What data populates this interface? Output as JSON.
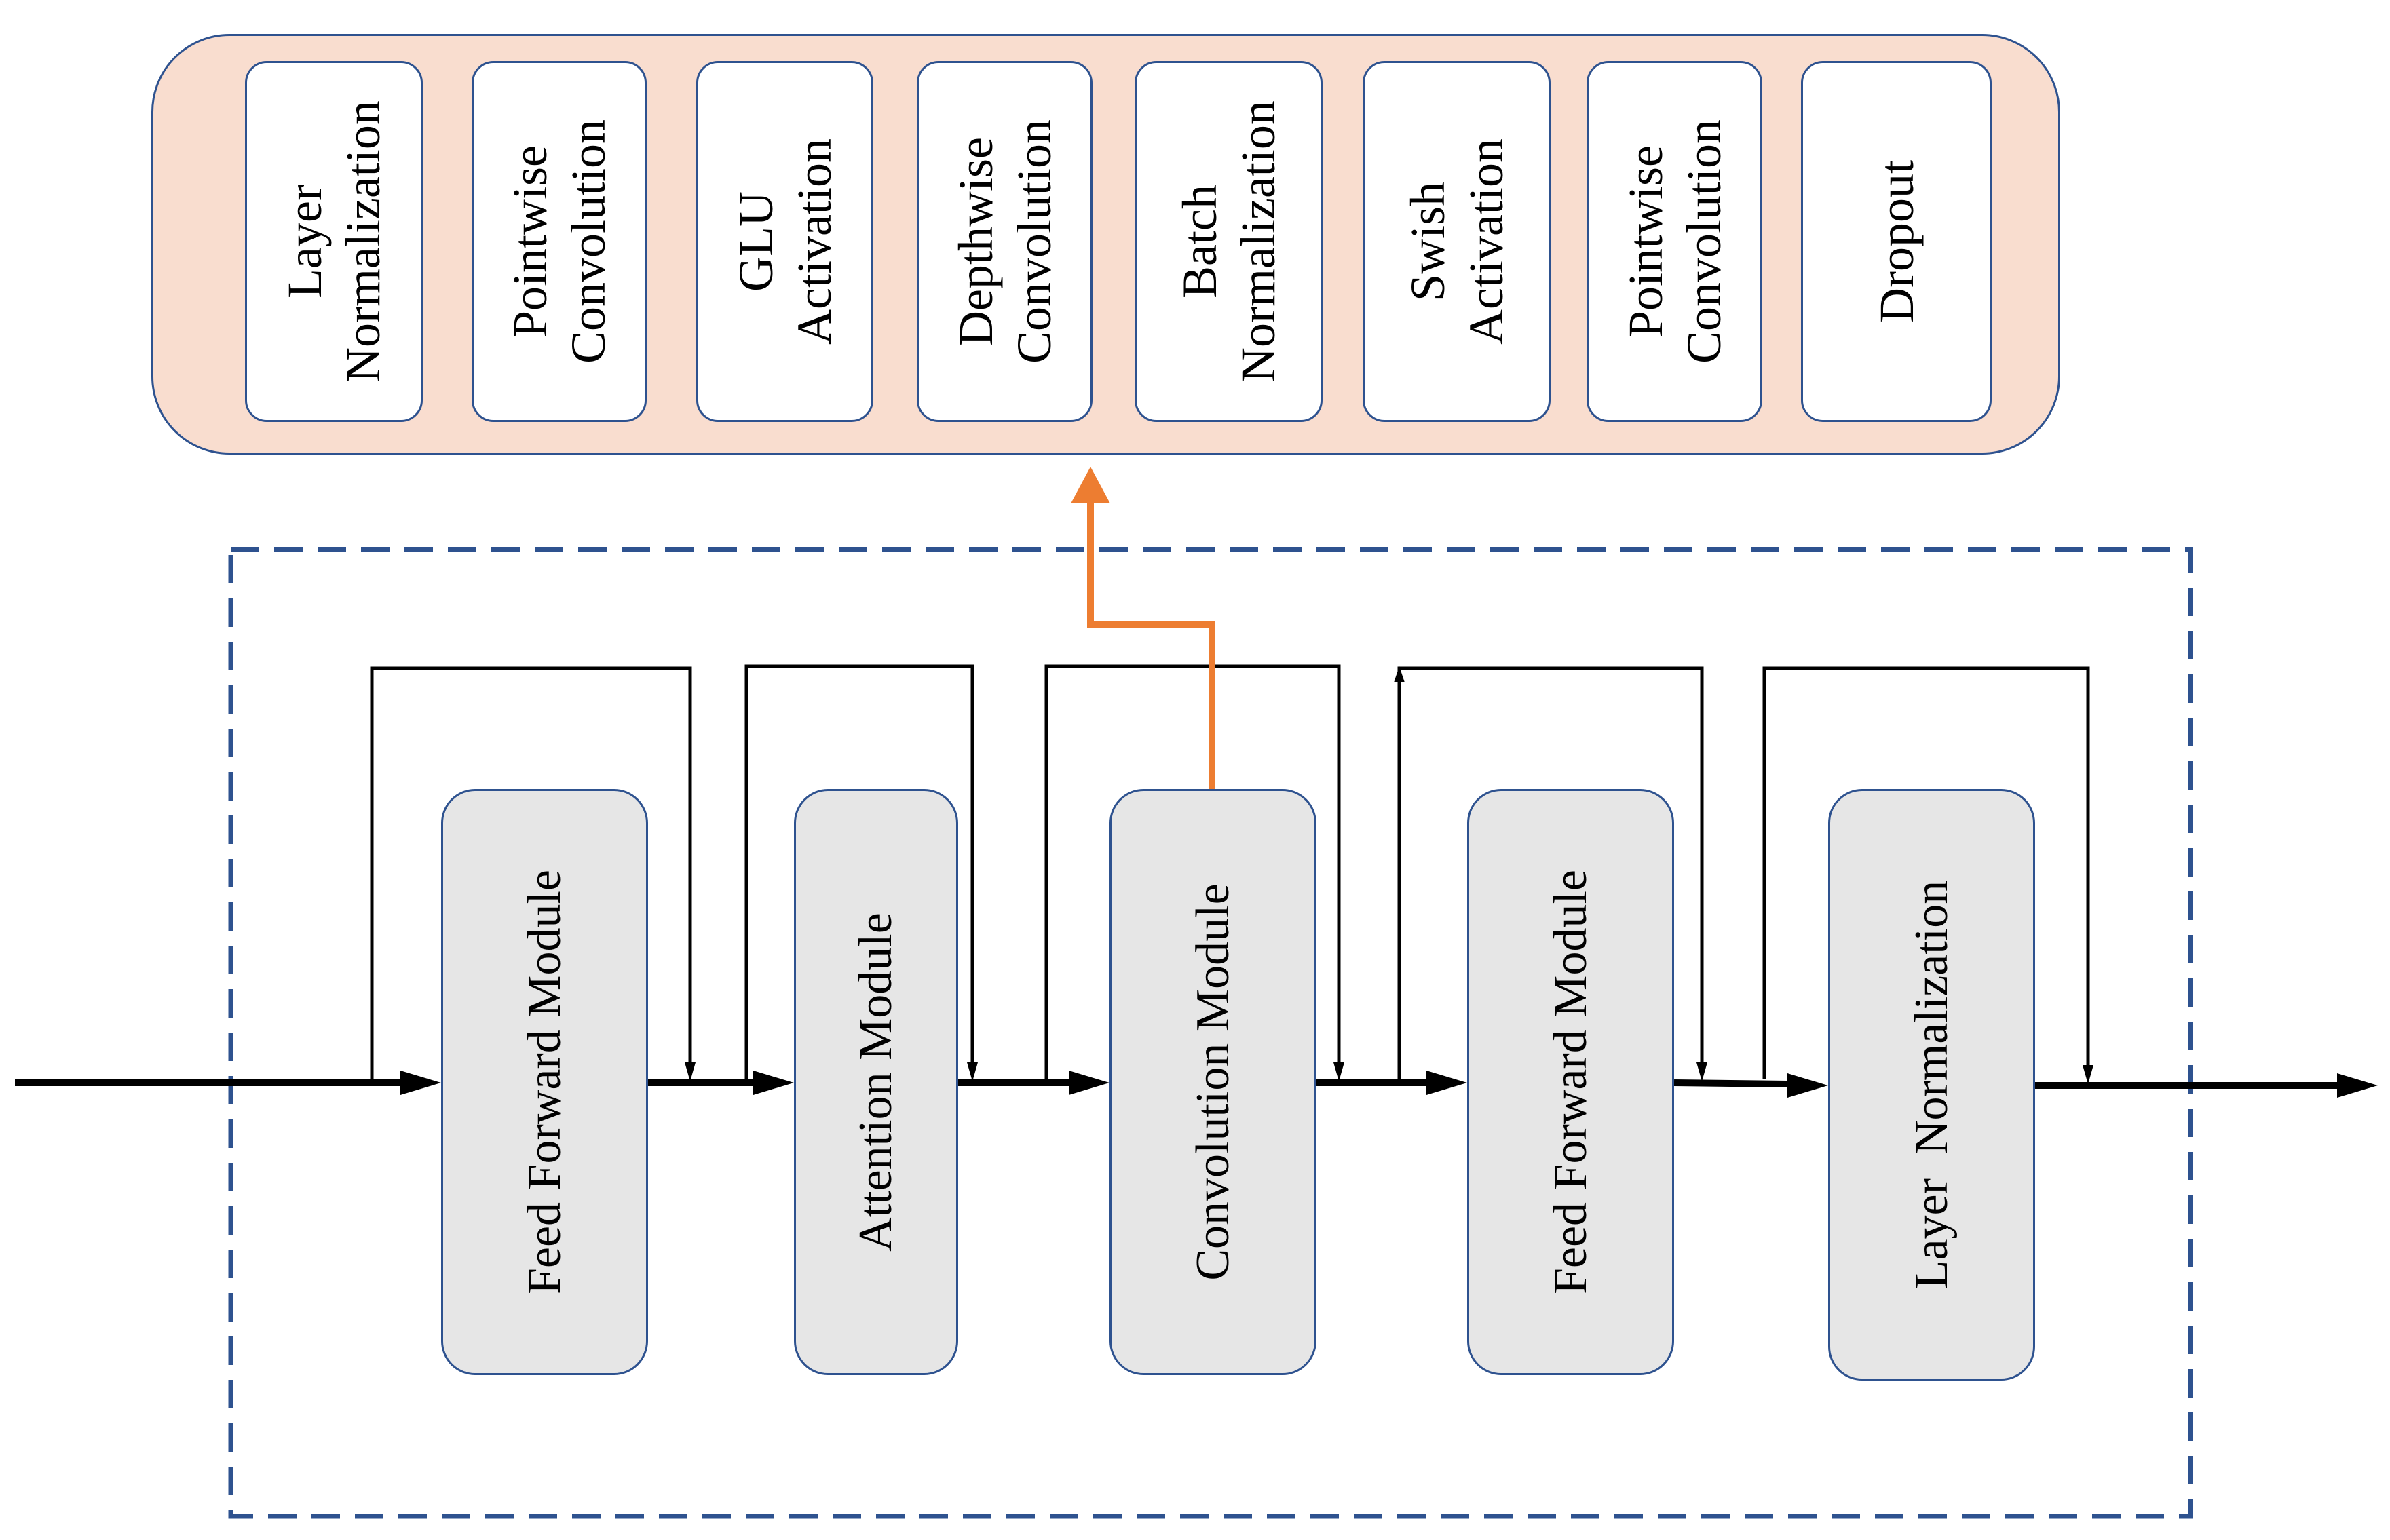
{
  "conv_module_expansion": {
    "steps": [
      {
        "line1": "Layer",
        "line2": "Normalization"
      },
      {
        "line1": "Pointwise",
        "line2": "Convolution"
      },
      {
        "line1": "GLU",
        "line2": "Activation"
      },
      {
        "line1": "Depthwise",
        "line2": "Convolution"
      },
      {
        "line1": "Batch",
        "line2": "Normalization"
      },
      {
        "line1": "Swish",
        "line2": "Activation"
      },
      {
        "line1": "Pointwise",
        "line2": "Convolution"
      },
      {
        "line1": "Dropout",
        "line2": ""
      }
    ],
    "fill_color": "#f9ddcf",
    "border_color": "#2e528f"
  },
  "block": {
    "modules": [
      {
        "label": "Feed Forward Module"
      },
      {
        "label": "Attention Module"
      },
      {
        "label": "Convolution Module"
      },
      {
        "label": "Feed Forward Module"
      },
      {
        "label": "Layer  Normalization"
      }
    ],
    "module_fill": "#e6e6e6",
    "border_color": "#2e528f",
    "highlight_arrow_color": "#ed7d31"
  }
}
